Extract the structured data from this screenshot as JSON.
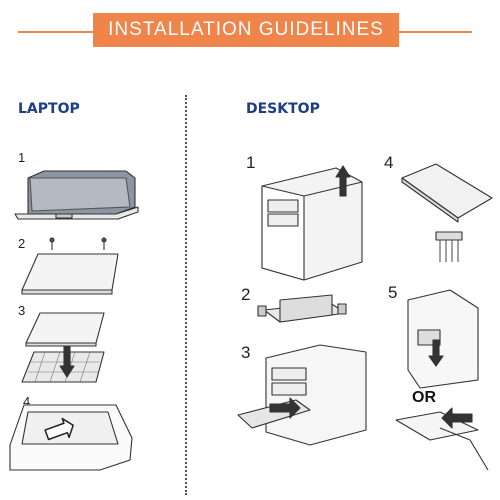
{
  "header": {
    "title": "INSTALLATION GUIDELINES"
  },
  "sections": {
    "laptop": "LAPTOP",
    "desktop": "DESKTOP"
  },
  "laptop_steps": [
    "1",
    "2",
    "3",
    "4"
  ],
  "desktop_steps": [
    "1",
    "2",
    "3",
    "4",
    "5"
  ],
  "labels": {
    "or": "OR"
  },
  "colors": {
    "accent": "#f0854c",
    "heading": "#1d3d86",
    "line": "#333333"
  }
}
